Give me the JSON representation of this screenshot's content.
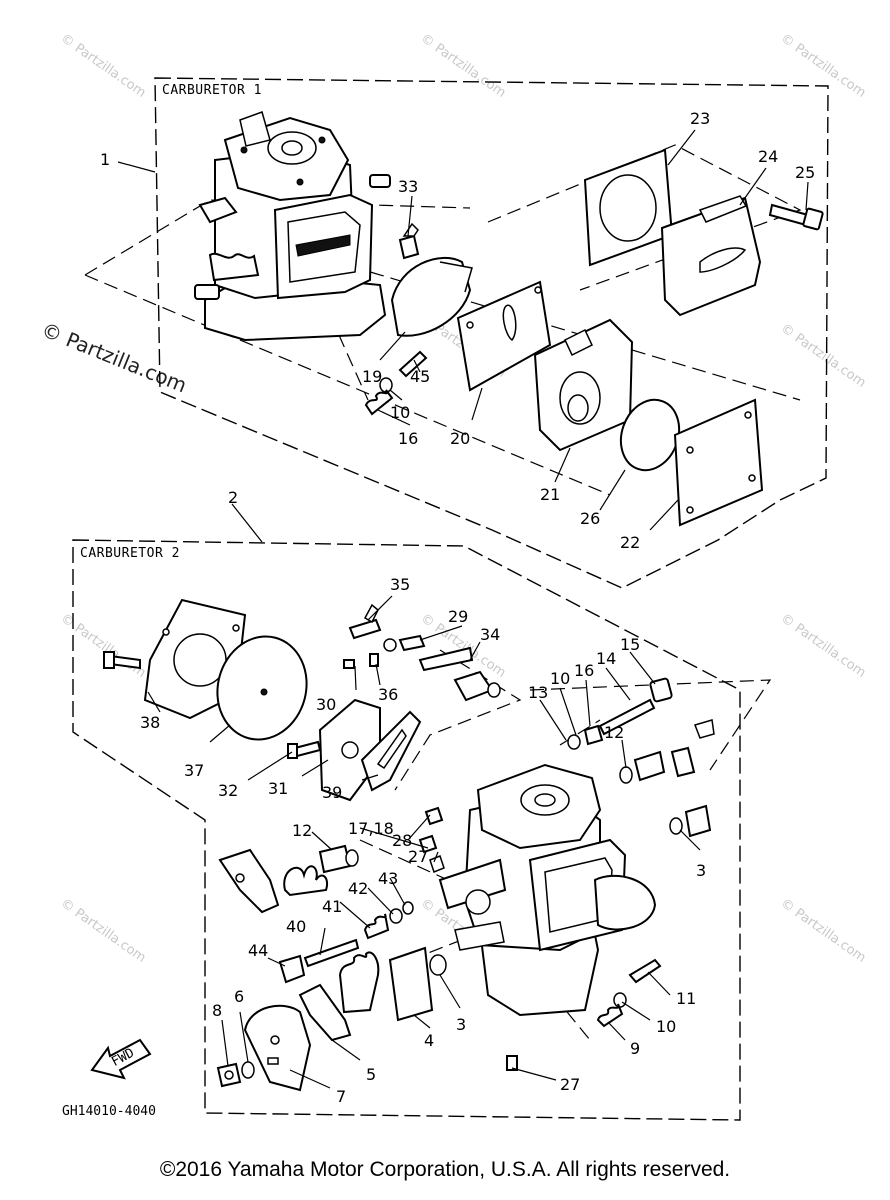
{
  "sections": {
    "carb1_label": "CARBURETOR 1",
    "carb2_label": "CARBURETOR 2"
  },
  "diagram_code": "GH14010-4040",
  "fwd_label": "FWD",
  "watermark_text": "© Partzilla.com",
  "copyright": "©2016 Yamaha Motor Corporation, U.S.A. All rights reserved.",
  "callouts": {
    "c1": "1",
    "c2": "2",
    "c3a": "3",
    "c3b": "3",
    "c4": "4",
    "c5": "5",
    "c6": "6",
    "c7": "7",
    "c8": "8",
    "c9": "9",
    "c10a": "10",
    "c10b": "10",
    "c10c": "10",
    "c11": "11",
    "c12a": "12",
    "c12b": "12",
    "c13": "13",
    "c14": "14",
    "c15": "15",
    "c16a": "16",
    "c16b": "16",
    "c1718": "17,18",
    "c19": "19",
    "c20": "20",
    "c21": "21",
    "c22": "22",
    "c23": "23",
    "c24": "24",
    "c25": "25",
    "c26": "26",
    "c27a": "27",
    "c27b": "27",
    "c28": "28",
    "c29": "29",
    "c30": "30",
    "c31": "31",
    "c32": "32",
    "c33": "33",
    "c34": "34",
    "c35": "35",
    "c36": "36",
    "c37": "37",
    "c38": "38",
    "c39": "39",
    "c40": "40",
    "c41": "41",
    "c42": "42",
    "c43": "43",
    "c44": "44",
    "c45": "45"
  }
}
